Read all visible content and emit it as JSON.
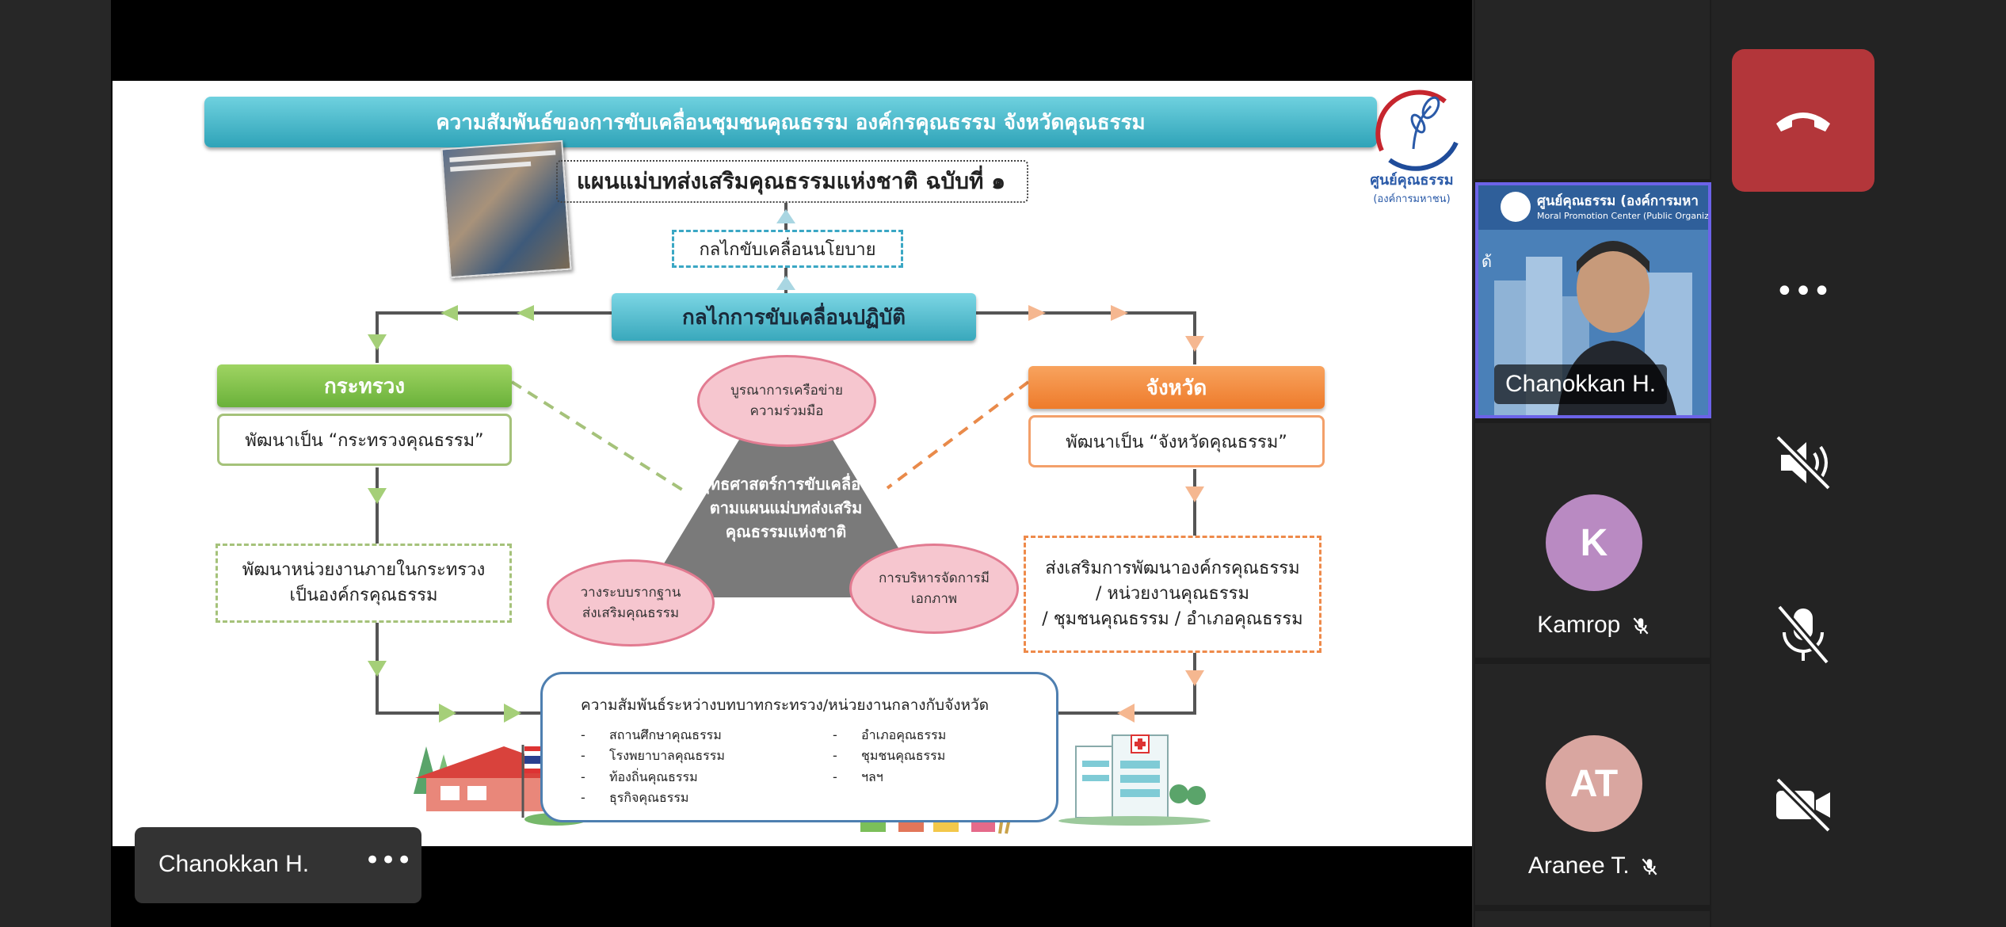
{
  "slide": {
    "banner_title": "ความสัมพันธ์ของการขับเคลื่อนชุมชนคุณธรรม องค์กรคุณธรรม จังหวัดคุณธรรม",
    "master_plan": "แผนแม่บทส่งเสริมคุณธรรมแห่งชาติ ฉบับที่ ๑",
    "policy_mechanism": "กลไกขับเคลื่อนนโยบาย",
    "practice_mechanism": "กลไกการขับเคลื่อนปฏิบัติ",
    "logo": {
      "name": "ศูนย์คุณธรรม",
      "sub": "(องค์การมหาชน)"
    },
    "left": {
      "header": "กระทรวง",
      "develop": "พัฒนาเป็น “กระทรวงคุณธรรม”",
      "units_line1": "พัฒนาหน่วยงานภายในกระทรวง",
      "units_line2": "เป็นองค์กรคุณธรรม"
    },
    "right": {
      "header": "จังหวัด",
      "develop": "พัฒนาเป็น “จังหวัดคุณธรรม”",
      "promo_line1": "ส่งเสริมการพัฒนาองค์กรคุณธรรม",
      "promo_line2": "/ หน่วยงานคุณธรรม",
      "promo_line3": "/ ชุมชนคุณธรรม / อำเภอคุณธรรม"
    },
    "strategy": {
      "line1": "ยุทธศาสตร์การขับเคลื่อน",
      "line2": "ตามแผนแม่บทส่งเสริม",
      "line3": "คุณธรรมแห่งชาติ"
    },
    "ellipses": {
      "top_line1": "บูรณาการเครือข่าย",
      "top_line2": "ความร่วมมือ",
      "left_line1": "วางระบบรากฐาน",
      "left_line2": "ส่งเสริมคุณธรรม",
      "right_line1": "การบริหารจัดการมี",
      "right_line2": "เอกภาพ"
    },
    "relationship": {
      "title": "ความสัมพันธ์ระหว่างบทบาทกระทรวง/หน่วยงานกลางกับจังหวัด",
      "left_items": [
        "สถานศึกษาคุณธรรม",
        "โรงพยาบาลคุณธรรม",
        "ท้องถิ่นคุณธรรม",
        "ธุรกิจคุณธรรม"
      ],
      "right_items": [
        "อำเภอคุณธรรม",
        "ชุมชนคุณธรรม",
        "ฯลฯ"
      ]
    }
  },
  "presenter_chip": {
    "name": "Chanokkan H.",
    "more": "•••"
  },
  "participants": {
    "video": {
      "name": "Chanokkan H.",
      "banner_title": "ศูนย์คุณธรรม (องค์การมหา",
      "banner_sub": "Moral Promotion Center (Public Organiz",
      "side_char": "ด้"
    },
    "list": [
      {
        "initials": "K",
        "name": "Kamrop",
        "color": "#b98ac2"
      },
      {
        "initials": "AT",
        "name": "Aranee T.",
        "color": "#d9a6a0"
      }
    ]
  },
  "controls": {
    "more": "•••"
  }
}
